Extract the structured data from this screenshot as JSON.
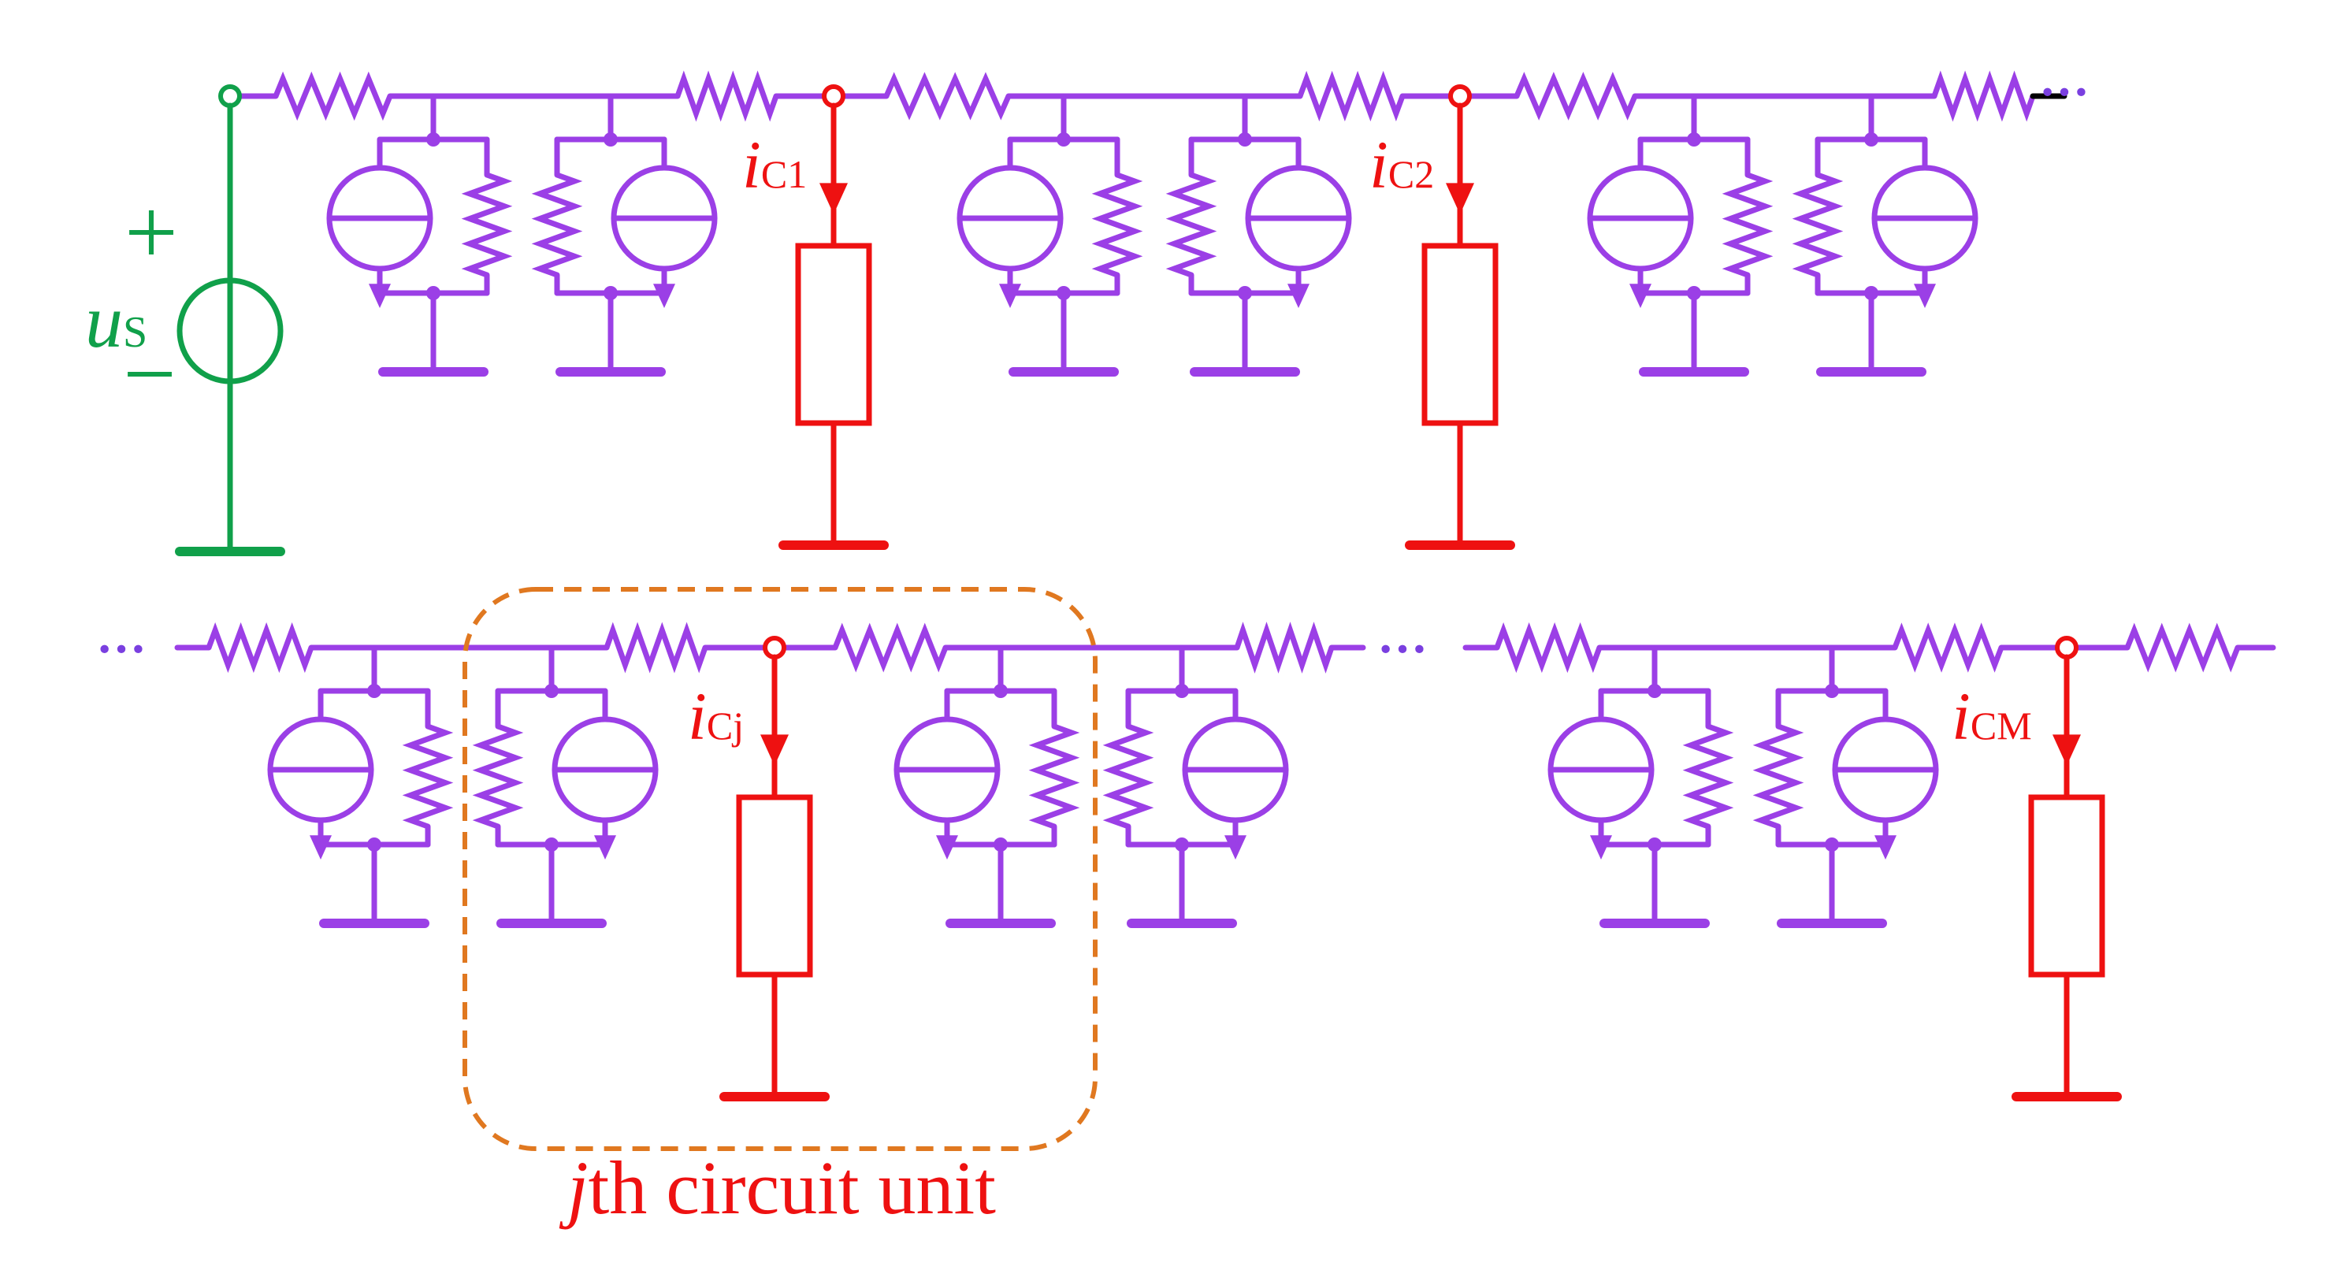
{
  "colors": {
    "source": "#10A04A",
    "network": "#9B3FE6",
    "load": "#EE1111",
    "unit_box": "#E07820",
    "dots": "#7A3FE0",
    "stub": "#000000"
  },
  "labels": {
    "source_plus": "+",
    "source_minus": "−",
    "source_letter": "u",
    "source_sub": "S",
    "current_letter": "i",
    "load_1_sub": "C1",
    "load_2_sub": "C2",
    "load_j_sub": "Cj",
    "load_m_sub": "CM",
    "unit_var": "j",
    "unit_text": "th circuit unit",
    "continuation": "···"
  }
}
